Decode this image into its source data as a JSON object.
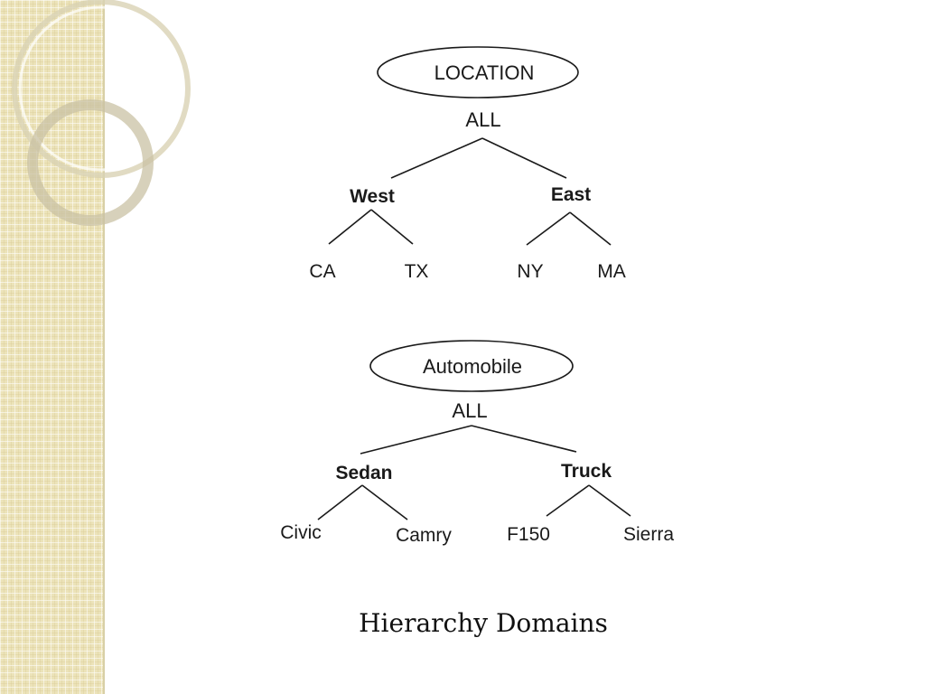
{
  "slide": {
    "caption": "Hierarchy Domains",
    "theme_colors": {
      "panel": "#ece3b9",
      "ring": "#c9c2a4",
      "text": "#1a1a1a"
    }
  },
  "trees": [
    {
      "name": "LOCATION",
      "root": "ALL",
      "branches": [
        {
          "label": "West",
          "leaves": [
            "CA",
            "TX"
          ]
        },
        {
          "label": "East",
          "leaves": [
            "NY",
            "MA"
          ]
        }
      ]
    },
    {
      "name": "Automobile",
      "root": "ALL",
      "branches": [
        {
          "label": "Sedan",
          "leaves": [
            "Civic",
            "Camry"
          ]
        },
        {
          "label": "Truck",
          "leaves": [
            "F150",
            "Sierra"
          ]
        }
      ]
    }
  ]
}
